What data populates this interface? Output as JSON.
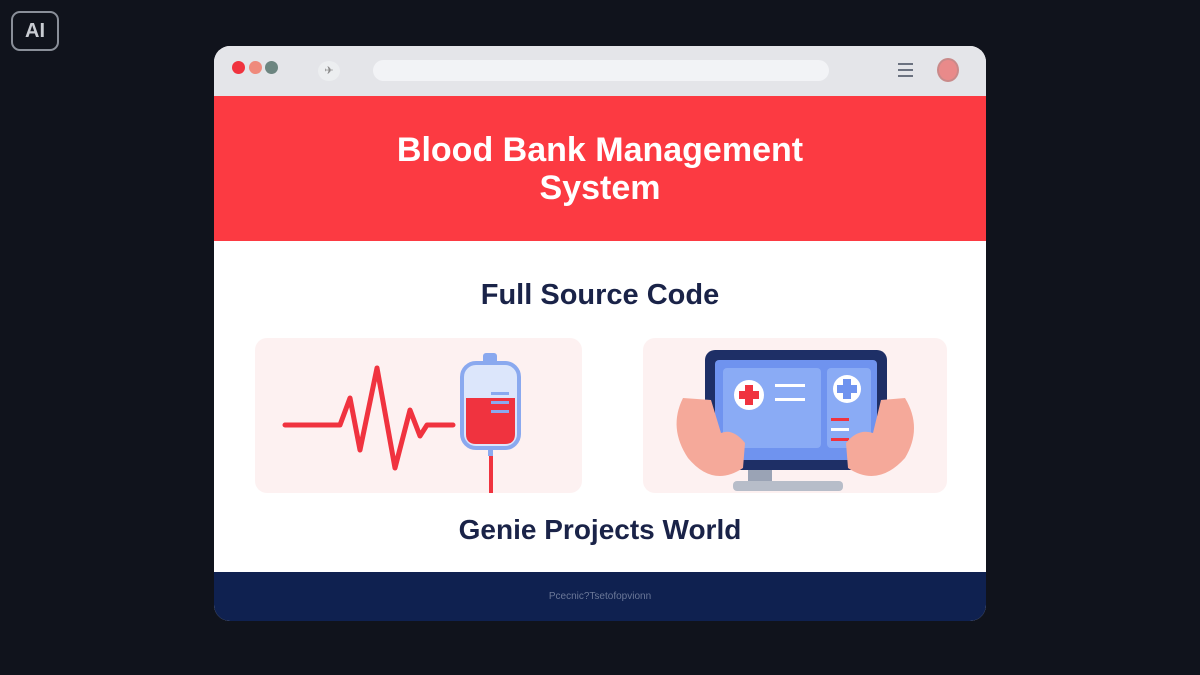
{
  "badge": "AI",
  "browser": {
    "favicon": "✈",
    "menu_icon": "hamburger-icon",
    "avatar_icon": "user-avatar"
  },
  "hero": {
    "title": "Blood Bank Management System"
  },
  "subtitle": "Full Source Code",
  "brand": "Genie Projects World",
  "footer": "Pcecnic?Tsetofopvionn",
  "colors": {
    "accent": "#fc3a42",
    "navy": "#0f2150",
    "text": "#1a2348"
  }
}
